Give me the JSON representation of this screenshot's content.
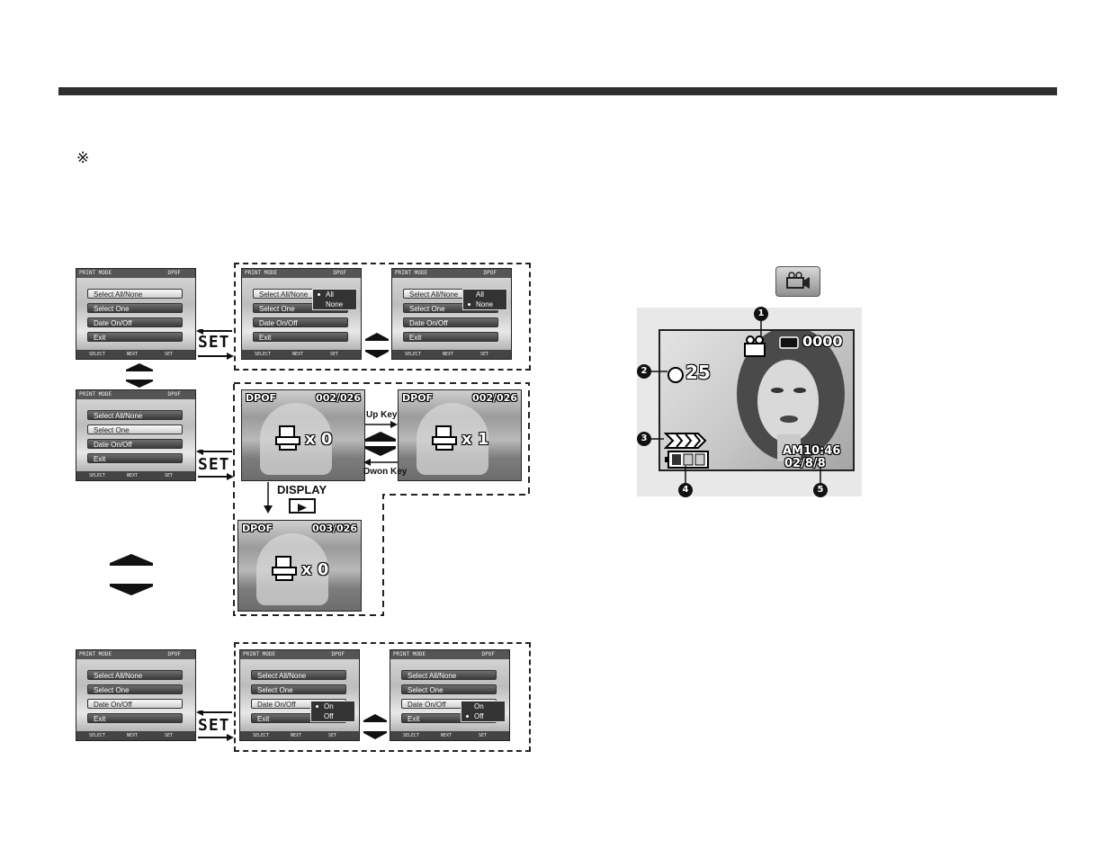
{
  "page": {
    "note_symbol": "※"
  },
  "menu": {
    "header_left": "PRINT MODE",
    "header_right": "DPOF",
    "items": [
      "Select All/None",
      "Select One",
      "Date On/Off",
      "Exit"
    ],
    "footer": {
      "left": "SELECT",
      "mid": "NEXT",
      "right": "SET"
    },
    "popup_all_none": [
      "All",
      "None"
    ],
    "popup_on_off": [
      "On",
      "Off"
    ]
  },
  "labels": {
    "set": "SET",
    "up_key": "Up Key",
    "down_key": "Dwon Key",
    "display": "DISPLAY"
  },
  "dpof": {
    "label": "DPOF",
    "screens": [
      {
        "count": "002/026",
        "qty": "x 0"
      },
      {
        "count": "002/026",
        "qty": "x 1"
      },
      {
        "count": "003/026",
        "qty": "x 0"
      }
    ]
  },
  "lcd": {
    "shots": "25",
    "counter": "0000",
    "time": "AM10:46",
    "date": "02/8/8",
    "callouts": [
      "1",
      "2",
      "3",
      "4",
      "5"
    ]
  },
  "icons": {
    "mode_button": "movie-camera-icon",
    "printer": "printer-icon",
    "battery": "battery-icon",
    "arrows": "up-down-arrow-icon"
  }
}
